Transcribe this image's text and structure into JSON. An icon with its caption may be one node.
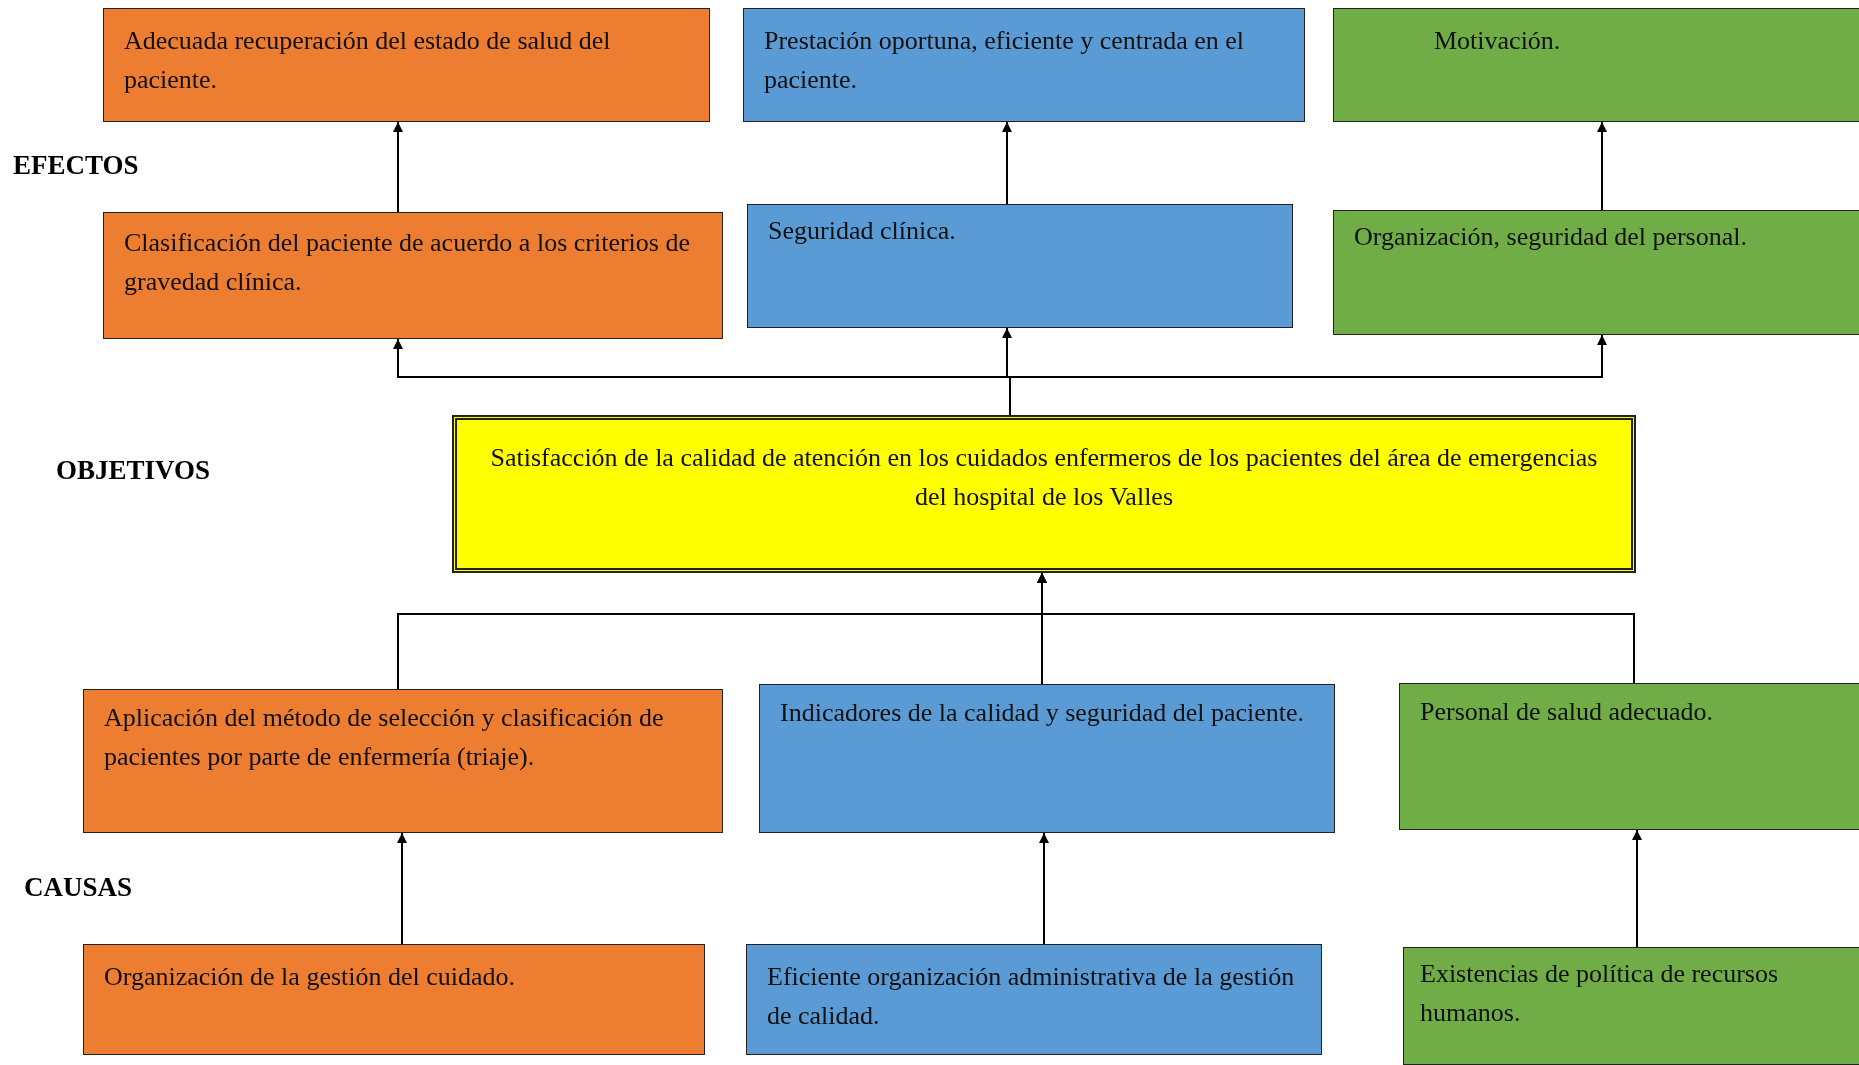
{
  "diagram": {
    "nodes": [
      {
        "text": [
          "Adecuada recuperación del estado de salud del paciente."
        ]
      },
      {
        "text": [
          "Prestación oportuna, eficiente y centrada en el paciente."
        ]
      },
      {
        "text": [
          "Motivación."
        ]
      },
      {
        "text": [
          "Clasificación del paciente de acuerdo a los criterios de gravedad clínica."
        ]
      },
      {
        "text": [
          "Seguridad clínica."
        ]
      },
      {
        "text": [
          "Organización, seguridad del personal."
        ]
      },
      {
        "text": [
          "Satisfacción de la calidad de atención en los cuidados enfermeros de los pacientes del área de emergencias del hospital de los Valles"
        ]
      },
      {
        "text": [
          "Aplicación del método de selección y clasificación de pacientes por parte de enfermería (triaje)."
        ]
      },
      {
        "text": [
          "Indicadores de la calidad y seguridad del paciente."
        ]
      },
      {
        "text": [
          "Personal de salud adecuado."
        ]
      },
      {
        "text": [
          "Organización de la gestión del cuidado."
        ]
      },
      {
        "text": [
          "Eficiente  organización administrativa de la gestión de calidad."
        ]
      },
      {
        "text": [
          "Existencias de política de recursos humanos."
        ]
      }
    ],
    "edges": [
      {
        "from": 3,
        "to": 0,
        "arrow": "to"
      },
      {
        "from": 4,
        "to": 1,
        "arrow": "to"
      },
      {
        "from": 5,
        "to": 2,
        "arrow": "to"
      },
      {
        "from": 6,
        "to": 3,
        "arrow": "to"
      },
      {
        "from": 6,
        "to": 4,
        "arrow": "to"
      },
      {
        "from": 6,
        "to": 5,
        "arrow": "to"
      },
      {
        "from": 7,
        "to": 6,
        "arrow": "to"
      },
      {
        "from": 8,
        "to": 6,
        "arrow": "to"
      },
      {
        "from": 9,
        "to": 6,
        "arrow": "to"
      },
      {
        "from": 10,
        "to": 7,
        "arrow": "to"
      },
      {
        "from": 11,
        "to": 8,
        "arrow": "to"
      },
      {
        "from": 12,
        "to": 9,
        "arrow": "to"
      }
    ],
    "labels": [
      "EFECTOS",
      "OBJETIVOS",
      "CAUSAS"
    ]
  }
}
